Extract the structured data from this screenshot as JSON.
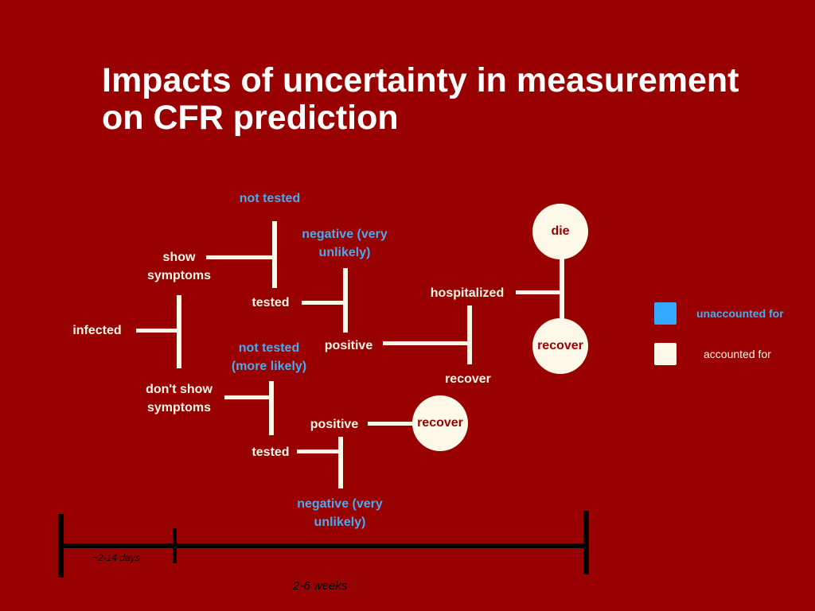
{
  "title": "Impacts of uncertainty in measurement on CFR prediction",
  "nodes": {
    "infected": "infected",
    "show_symptoms": [
      "show",
      "symptoms"
    ],
    "dont_show_symptoms": [
      "don't show",
      "symptoms"
    ],
    "not_tested_top": "not tested",
    "tested_top": "tested",
    "negative_top": [
      "negative (very",
      "unlikely)"
    ],
    "positive_top": "positive",
    "hospitalized": "hospitalized",
    "recover_mid": "recover",
    "die": "die",
    "recover_hosp": "recover",
    "not_tested_bottom": [
      "not tested",
      "(more likely)"
    ],
    "tested_bottom": "tested",
    "positive_bottom": "positive",
    "recover_bottom": "recover",
    "negative_bottom": [
      "negative (very",
      "unlikely)"
    ]
  },
  "legend": {
    "unaccounted": {
      "label": "unaccounted for",
      "color": "#33aaff"
    },
    "accounted": {
      "label": "accounted for",
      "color": "#fdf8e8"
    }
  },
  "timeline": {
    "short": "~2-14 days",
    "long": "2-6 weeks"
  }
}
